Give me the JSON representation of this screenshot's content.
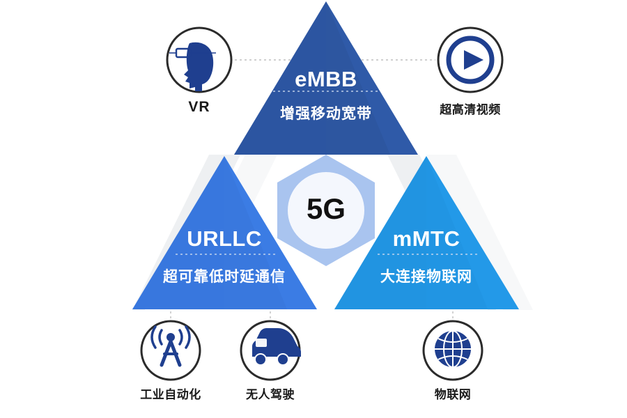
{
  "diagram": {
    "center": {
      "label": "5G",
      "hex_color": "#a9c4ef",
      "circle_color": "#f4f7fd"
    },
    "triangles": [
      {
        "key": "embb",
        "en": "eMBB",
        "cn": "增强移动宽带",
        "color": "#2f5aa8",
        "shade_color": "#2a5099"
      },
      {
        "key": "urllc",
        "en": "URLLC",
        "cn": "超可靠低时延通信",
        "color": "#3b7ce4",
        "shade_color": "#3570d4"
      },
      {
        "key": "mmtc",
        "en": "mMTC",
        "cn": "大连接物联网",
        "color": "#2399e8",
        "shade_color": "#1f8cd8"
      }
    ],
    "nodes": [
      {
        "key": "vr",
        "label": "VR",
        "icon": "vr-headset-icon",
        "style": "latin"
      },
      {
        "key": "uhd-video",
        "label": "超高清视频",
        "icon": "play-button-icon",
        "style": "cn"
      },
      {
        "key": "industrial",
        "label": "工业自动化",
        "icon": "antenna-tower-icon",
        "style": "cn"
      },
      {
        "key": "autodrive",
        "label": "无人驾驶",
        "icon": "car-icon",
        "style": "cn"
      },
      {
        "key": "iot",
        "label": "物联网",
        "icon": "globe-icon",
        "style": "cn"
      }
    ],
    "colors": {
      "icon_blue": "#1f3f8f",
      "icon_ring": "#2b2b2b",
      "dotted": "#b9b9b9",
      "stripe_grey": "#e6e8ea",
      "stripe_light": "#f2f4f6"
    }
  }
}
